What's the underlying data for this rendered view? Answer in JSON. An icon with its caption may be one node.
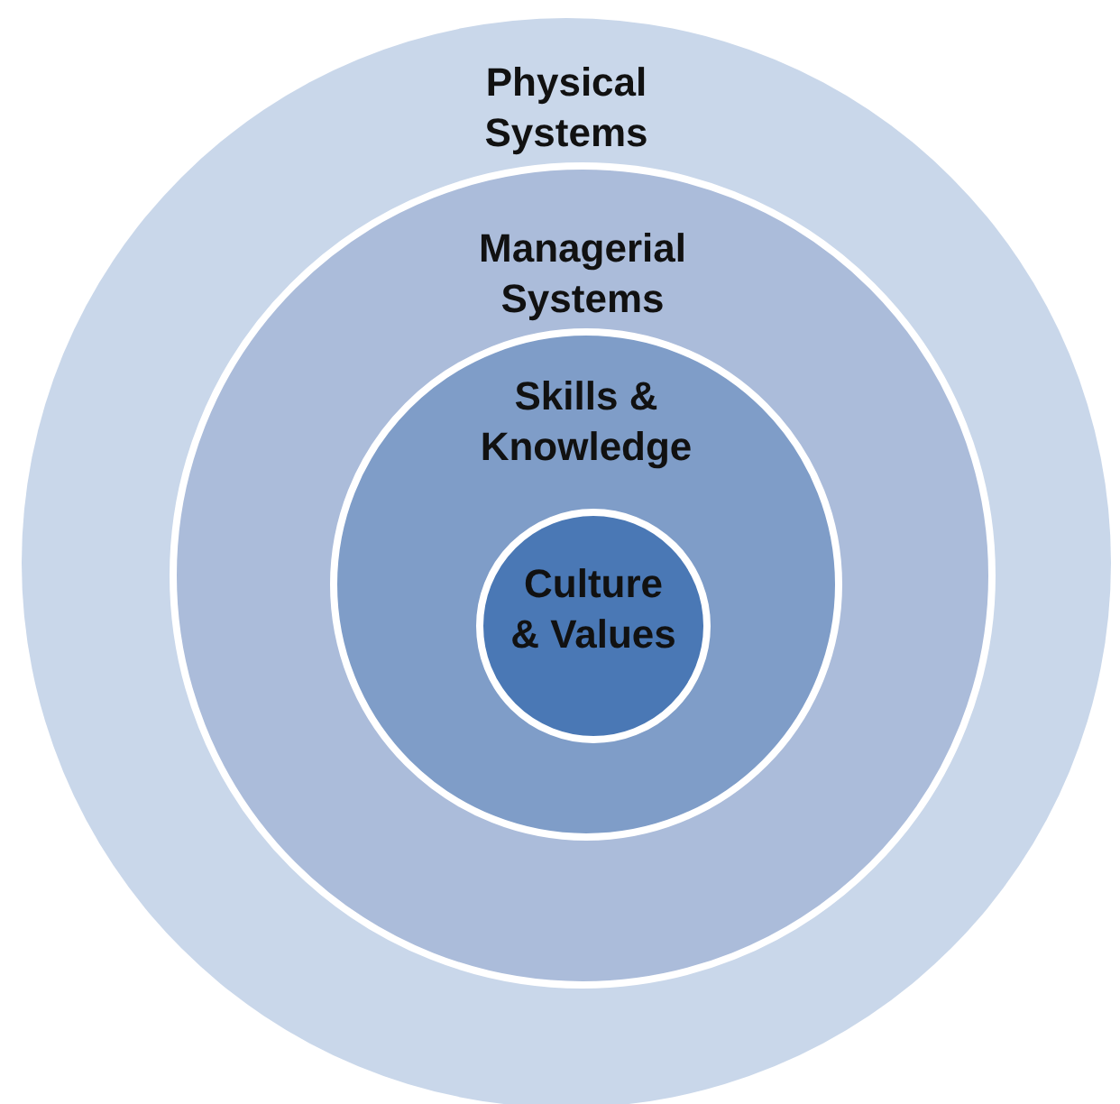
{
  "diagram": {
    "nodes": [
      {
        "text": [
          "Physical Systems"
        ]
      },
      {
        "text": [
          "Managerial Systems"
        ],
        "in": 0
      },
      {
        "text": [
          "Skills & Knowledge"
        ],
        "in": 1
      },
      {
        "text": [
          "Culture & Values"
        ],
        "in": 2
      }
    ]
  }
}
